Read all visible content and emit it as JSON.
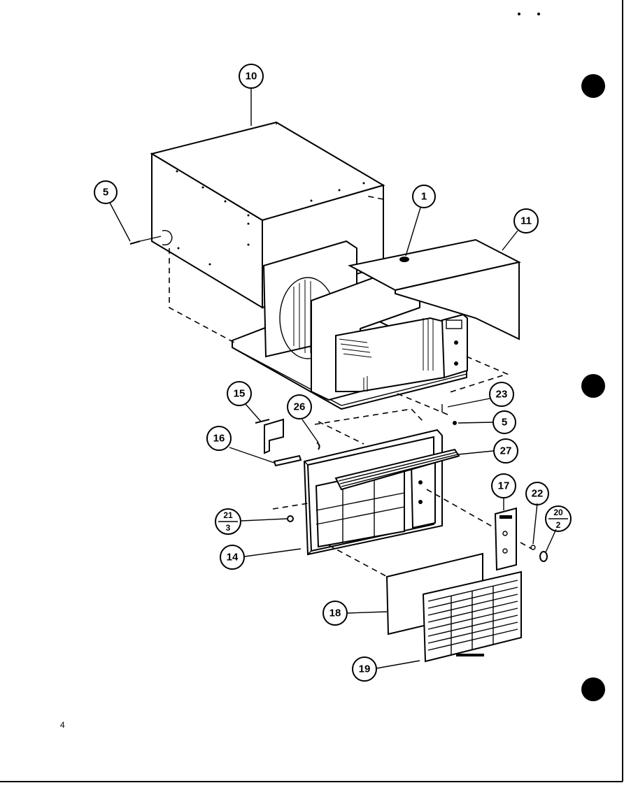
{
  "callouts": [
    {
      "id": "c10",
      "label": "10"
    },
    {
      "id": "c5a",
      "label": "5"
    },
    {
      "id": "c1",
      "label": "1"
    },
    {
      "id": "c11",
      "label": "11"
    },
    {
      "id": "c23",
      "label": "23"
    },
    {
      "id": "c5b",
      "label": "5"
    },
    {
      "id": "c15",
      "label": "15"
    },
    {
      "id": "c26",
      "label": "26"
    },
    {
      "id": "c16",
      "label": "16"
    },
    {
      "id": "c27",
      "label": "27"
    },
    {
      "id": "c17",
      "label": "17"
    },
    {
      "id": "c22",
      "label": "22"
    },
    {
      "id": "c14",
      "label": "14"
    },
    {
      "id": "c18",
      "label": "18"
    },
    {
      "id": "c19",
      "label": "19"
    }
  ],
  "fraction_callouts": [
    {
      "id": "f21",
      "top": "21",
      "bottom": "3"
    },
    {
      "id": "f20",
      "top": "20",
      "bottom": "2"
    }
  ],
  "page_number": "4"
}
